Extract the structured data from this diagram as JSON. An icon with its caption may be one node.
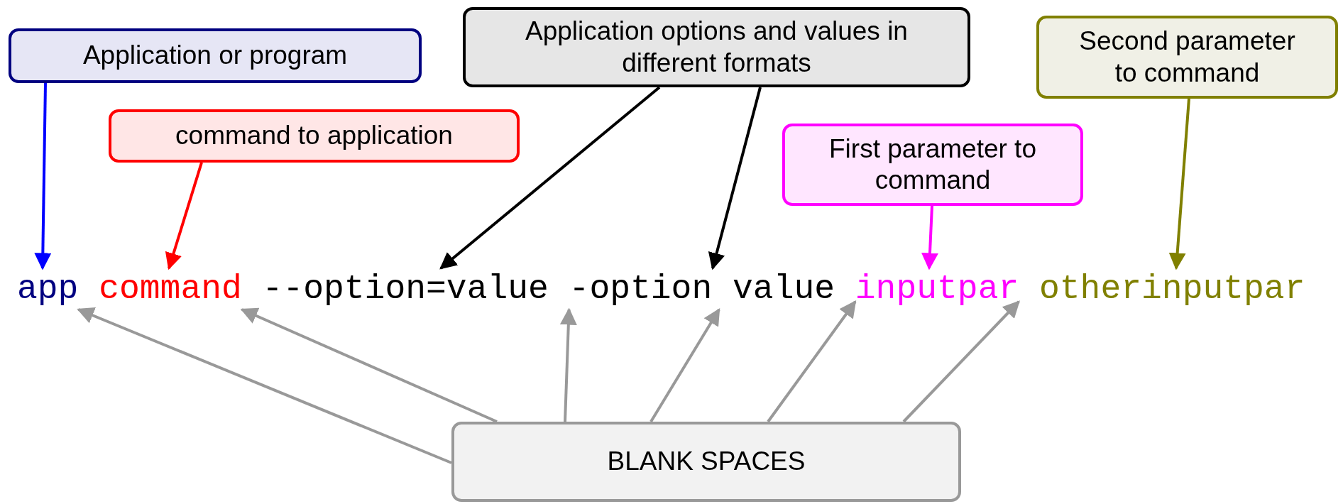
{
  "diagram": {
    "nodes": [
      {
        "text": [
          "Application or program"
        ]
      },
      {
        "text": [
          "command to application"
        ]
      },
      {
        "text": [
          "Application options and values in different formats"
        ]
      },
      {
        "text": [
          "First parameter to command"
        ]
      },
      {
        "text": [
          "Second parameter to command"
        ]
      },
      {
        "text": [
          "app"
        ]
      },
      {
        "text": [
          "command"
        ]
      },
      {
        "text": [
          "--option=value"
        ]
      },
      {
        "text": [
          "-option value"
        ]
      },
      {
        "text": [
          "inputpar"
        ]
      },
      {
        "text": [
          "otherinputpar"
        ]
      },
      {
        "text": [
          "BLANK SPACES"
        ]
      }
    ],
    "edges": [
      {
        "from": 0,
        "to": 5,
        "arrow": "to",
        "color": "#0000ff"
      },
      {
        "from": 1,
        "to": 6,
        "arrow": "to",
        "color": "#ff0000"
      },
      {
        "from": 2,
        "to": 7,
        "arrow": "to",
        "color": "#000000"
      },
      {
        "from": 2,
        "to": 8,
        "arrow": "to",
        "color": "#000000"
      },
      {
        "from": 3,
        "to": 9,
        "arrow": "to",
        "color": "#ff00ff"
      },
      {
        "from": 4,
        "to": 10,
        "arrow": "to",
        "color": "#808000"
      },
      {
        "from": 11,
        "to": 5,
        "arrow": "to"
      },
      {
        "from": 11,
        "to": 6,
        "arrow": "to"
      },
      {
        "from": 11,
        "to": 8,
        "arrow": "to"
      },
      {
        "from": 11,
        "to": 8,
        "arrow": "to"
      },
      {
        "from": 11,
        "to": 9,
        "arrow": "to"
      },
      {
        "from": 11,
        "to": 9,
        "arrow": "to"
      }
    ]
  }
}
